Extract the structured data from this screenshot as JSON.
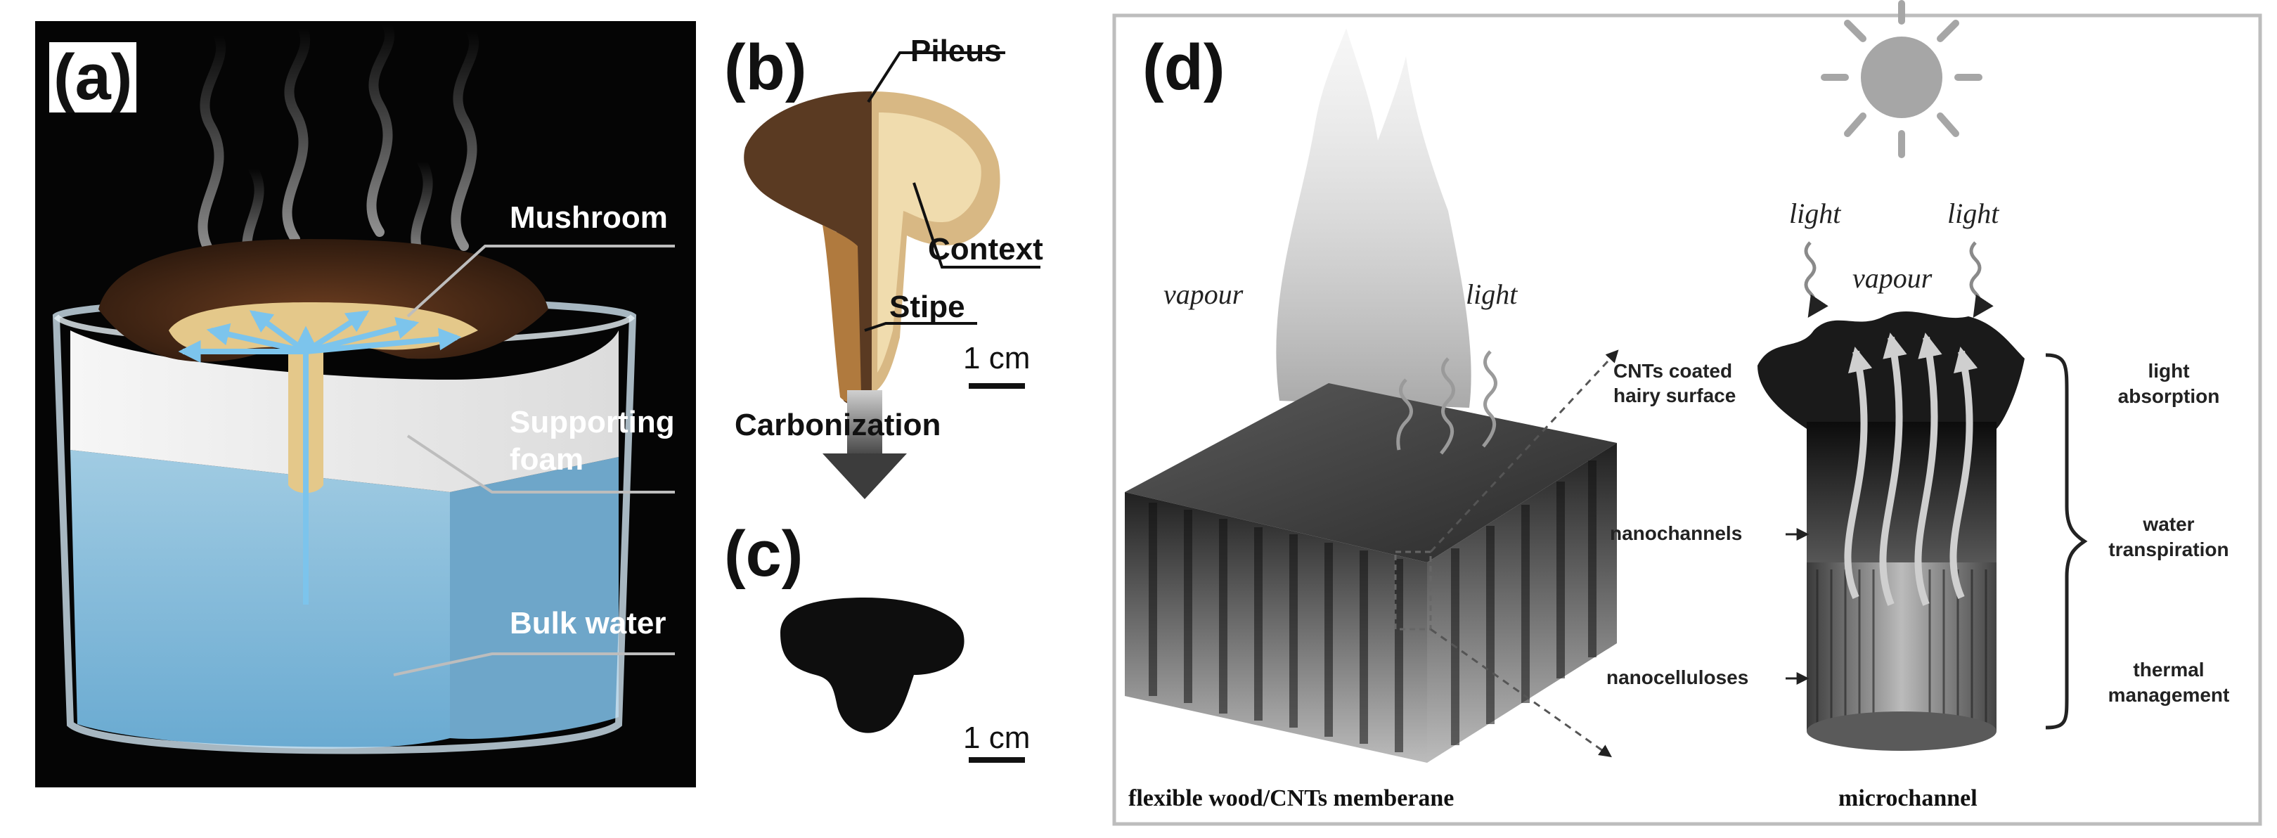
{
  "colors": {
    "panel_a_background": "#050505",
    "water": "#8fc6e6",
    "foam": "#ededed",
    "mushroom_cap": "#4a2a18",
    "mushroom_context": "#e4c88a",
    "arrow": "#7cc4ec",
    "carbonized": "#0e0e0e",
    "panel_d_border": "#bdbdbd"
  },
  "panel_a": {
    "letter": "(a)",
    "labels": {
      "mushroom": "Mushroom",
      "supporting_foam": "Supporting\nfoam",
      "bulk_water": "Bulk water"
    }
  },
  "panel_b": {
    "letter": "(b)",
    "labels": {
      "pileus": "Pileus",
      "context": "Context",
      "stipe": "Stipe"
    },
    "scale": "1 cm",
    "process": "Carbonization"
  },
  "panel_c": {
    "letter": "(c)",
    "scale": "1 cm"
  },
  "panel_d": {
    "letter": "(d)",
    "left_vapour": "vapour",
    "left_light": "light",
    "right_light_1": "light",
    "right_light_2": "light",
    "right_vapour": "vapour",
    "callouts": {
      "cnts": "CNTs coated\nhairy surface",
      "nanochannels": "nanochannels",
      "nanocelluloses": "nanocelluloses"
    },
    "functions": {
      "light_absorption": "light\nabsorption",
      "water_transpiration": "water\ntranspiration",
      "thermal_management": "thermal\nmanagement"
    },
    "footer_left": "flexible wood/CNTs memberane",
    "footer_right": "microchannel"
  }
}
